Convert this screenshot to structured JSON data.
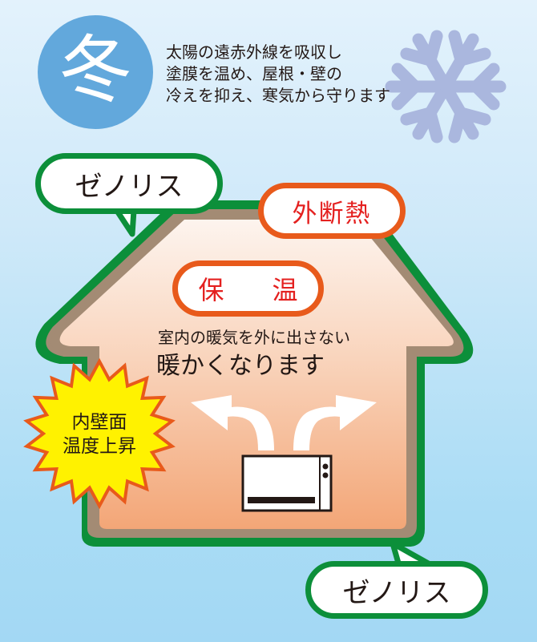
{
  "season": {
    "label": "冬",
    "circle_color": "#62a8dc"
  },
  "intro": {
    "lines": [
      "太陽の遠赤外線を吸収し",
      "塗膜を温め、屋根・壁の",
      "冷えを抑え、寒気から守ります"
    ]
  },
  "icons": {
    "snowflake": "snowflake-icon",
    "heater": "heater-icon",
    "arrows": "warm-air-arrows-icon"
  },
  "callouts": {
    "roof_coating": "ゼノリス",
    "wall_coating": "ゼノリス",
    "external_insulation": "外断熱",
    "heat_retention": "保　温",
    "burst_line1": "内壁面",
    "burst_line2": "温度上昇"
  },
  "house": {
    "description_line1": "室内の暖気を外に出さない",
    "description_line2": "暖かくなります"
  },
  "colors": {
    "outline_green": "#0c8f3a",
    "wall_brown": "#a38b74",
    "accent_orange": "#e85a1b",
    "accent_red": "#e4201f",
    "burst_yellow": "#fff200",
    "snowflake": "#aab7de",
    "interior_top": "#fdf3ec",
    "interior_bottom": "#f3a87a"
  }
}
